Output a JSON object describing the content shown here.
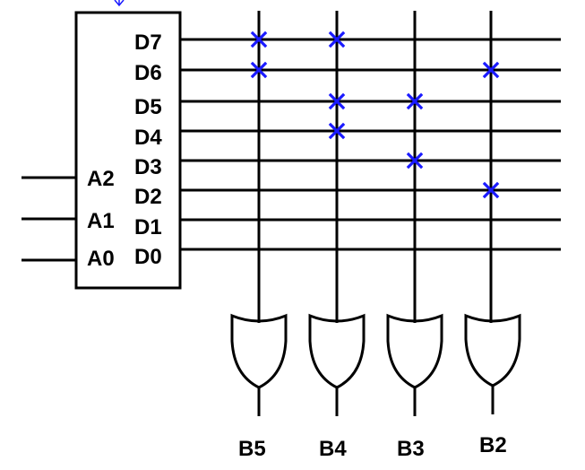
{
  "decoder": {
    "inputs": [
      "A2",
      "A1",
      "A0"
    ],
    "outputs": [
      "D7",
      "D6",
      "D5",
      "D4",
      "D3",
      "D2",
      "D1",
      "D0"
    ]
  },
  "gates": [
    "B5",
    "B4",
    "B3",
    "B2"
  ],
  "connections": [
    {
      "output": "D7",
      "gate": "B5"
    },
    {
      "output": "D7",
      "gate": "B4"
    },
    {
      "output": "D6",
      "gate": "B5"
    },
    {
      "output": "D6",
      "gate": "B2"
    },
    {
      "output": "D5",
      "gate": "B4"
    },
    {
      "output": "D5",
      "gate": "B3"
    },
    {
      "output": "D4",
      "gate": "B4"
    },
    {
      "output": "D3",
      "gate": "B3"
    },
    {
      "output": "D2",
      "gate": "B2"
    }
  ],
  "colors": {
    "line": "#000000",
    "connection": "#1a1aff"
  }
}
